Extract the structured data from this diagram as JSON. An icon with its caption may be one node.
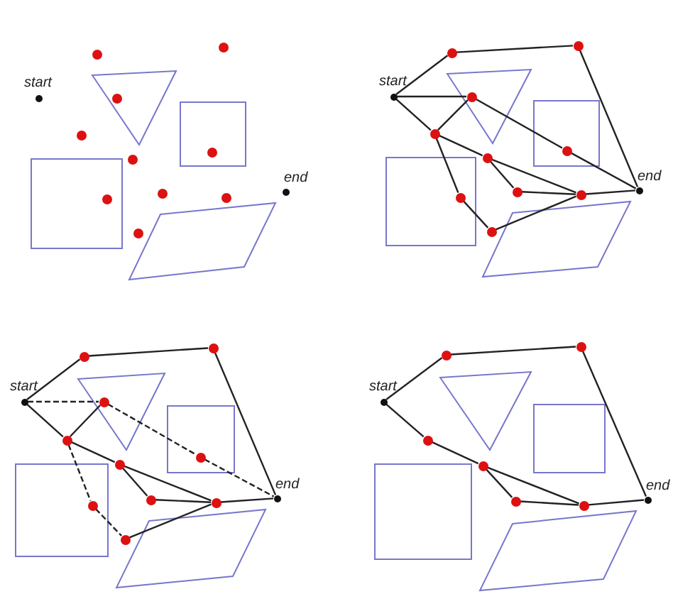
{
  "diagram": {
    "nodes": [
      {
        "text": [],
        "shape": "circle",
        "beside": [
          "start"
        ]
      },
      {
        "text": [],
        "shape": "circle",
        "beside": [
          "end"
        ]
      },
      {
        "text": [],
        "shape": "circle"
      },
      {
        "text": [],
        "shape": "circle"
      },
      {
        "text": [],
        "shape": "circle"
      },
      {
        "text": [],
        "shape": "circle"
      },
      {
        "text": [],
        "shape": "circle"
      },
      {
        "text": [],
        "shape": "circle"
      },
      {
        "text": [],
        "shape": "circle"
      },
      {
        "text": [],
        "shape": "circle"
      },
      {
        "text": [],
        "shape": "circle"
      },
      {
        "text": [],
        "shape": "circle"
      },
      {
        "text": [],
        "shape": "circle",
        "beside": [
          "start"
        ]
      },
      {
        "text": [],
        "shape": "circle",
        "beside": [
          "end"
        ]
      },
      {
        "text": [],
        "shape": "circle"
      },
      {
        "text": [],
        "shape": "circle"
      },
      {
        "text": [],
        "shape": "circle"
      },
      {
        "text": [],
        "shape": "circle"
      },
      {
        "text": [],
        "shape": "circle"
      },
      {
        "text": [],
        "shape": "circle"
      },
      {
        "text": [],
        "shape": "circle"
      },
      {
        "text": [],
        "shape": "circle"
      },
      {
        "text": [],
        "shape": "circle"
      },
      {
        "text": [],
        "shape": "circle"
      },
      {
        "text": [],
        "shape": "circle",
        "beside": [
          "start"
        ]
      },
      {
        "text": [],
        "shape": "circle",
        "beside": [
          "end"
        ]
      },
      {
        "text": [],
        "shape": "circle"
      },
      {
        "text": [],
        "shape": "circle"
      },
      {
        "text": [],
        "shape": "circle"
      },
      {
        "text": [],
        "shape": "circle"
      },
      {
        "text": [],
        "shape": "circle"
      },
      {
        "text": [],
        "shape": "circle"
      },
      {
        "text": [],
        "shape": "circle"
      },
      {
        "text": [],
        "shape": "circle"
      },
      {
        "text": [],
        "shape": "circle"
      },
      {
        "text": [],
        "shape": "circle"
      },
      {
        "text": [],
        "shape": "circle",
        "beside": [
          "start"
        ]
      },
      {
        "text": [],
        "shape": "circle",
        "beside": [
          "end"
        ]
      },
      {
        "text": [],
        "shape": "circle"
      },
      {
        "text": [],
        "shape": "circle"
      },
      {
        "text": [],
        "shape": "circle"
      },
      {
        "text": [],
        "shape": "circle"
      },
      {
        "text": [],
        "shape": "circle"
      },
      {
        "text": [],
        "shape": "circle"
      }
    ],
    "edges": [
      {
        "from": 12,
        "to": 14,
        "arrow": "none"
      },
      {
        "from": 14,
        "to": 15,
        "arrow": "none"
      },
      {
        "from": 15,
        "to": 13,
        "arrow": "none"
      },
      {
        "from": 12,
        "to": 16,
        "arrow": "none"
      },
      {
        "from": 16,
        "to": 19,
        "arrow": "none"
      },
      {
        "from": 19,
        "to": 13,
        "arrow": "none"
      },
      {
        "from": 12,
        "to": 17,
        "arrow": "none"
      },
      {
        "from": 17,
        "to": 16,
        "arrow": "none"
      },
      {
        "from": 17,
        "to": 20,
        "arrow": "none"
      },
      {
        "from": 20,
        "to": 23,
        "arrow": "none"
      },
      {
        "from": 23,
        "to": 22,
        "arrow": "none"
      },
      {
        "from": 17,
        "to": 18,
        "arrow": "none"
      },
      {
        "from": 18,
        "to": 22,
        "arrow": "none"
      },
      {
        "from": 18,
        "to": 21,
        "arrow": "none"
      },
      {
        "from": 21,
        "to": 22,
        "arrow": "none"
      },
      {
        "from": 22,
        "to": 13,
        "arrow": "none"
      },
      {
        "from": 24,
        "to": 26,
        "arrow": "none"
      },
      {
        "from": 26,
        "to": 27,
        "arrow": "none"
      },
      {
        "from": 27,
        "to": 25,
        "arrow": "none"
      },
      {
        "from": 24,
        "to": 28,
        "arrow": "none",
        "style": "dashed"
      },
      {
        "from": 28,
        "to": 31,
        "arrow": "none",
        "style": "dashed"
      },
      {
        "from": 31,
        "to": 25,
        "arrow": "none",
        "style": "dashed"
      },
      {
        "from": 24,
        "to": 29,
        "arrow": "none"
      },
      {
        "from": 29,
        "to": 28,
        "arrow": "none"
      },
      {
        "from": 29,
        "to": 32,
        "arrow": "none",
        "style": "dashed"
      },
      {
        "from": 32,
        "to": 35,
        "arrow": "none",
        "style": "dashed"
      },
      {
        "from": 35,
        "to": 34,
        "arrow": "none"
      },
      {
        "from": 29,
        "to": 30,
        "arrow": "none"
      },
      {
        "from": 30,
        "to": 34,
        "arrow": "none"
      },
      {
        "from": 30,
        "to": 33,
        "arrow": "none"
      },
      {
        "from": 33,
        "to": 34,
        "arrow": "none"
      },
      {
        "from": 34,
        "to": 25,
        "arrow": "none"
      },
      {
        "from": 36,
        "to": 38,
        "arrow": "none"
      },
      {
        "from": 38,
        "to": 39,
        "arrow": "none"
      },
      {
        "from": 39,
        "to": 37,
        "arrow": "none"
      },
      {
        "from": 36,
        "to": 40,
        "arrow": "none"
      },
      {
        "from": 40,
        "to": 41,
        "arrow": "none"
      },
      {
        "from": 41,
        "to": 42,
        "arrow": "none"
      },
      {
        "from": 42,
        "to": 43,
        "arrow": "none"
      },
      {
        "from": 41,
        "to": 43,
        "arrow": "none"
      },
      {
        "from": 43,
        "to": 37,
        "arrow": "none"
      }
    ]
  }
}
